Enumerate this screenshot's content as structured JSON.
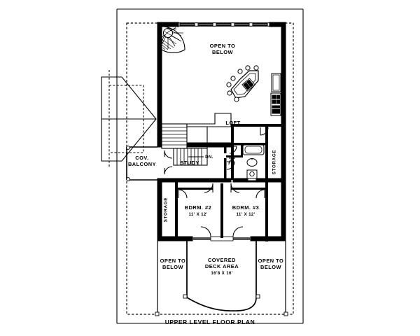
{
  "sheet": {
    "title": "UPPER LEVEL FLOOR PLAN",
    "background_color": "#ffffff",
    "ink_color": "#000000"
  },
  "rooms": [
    {
      "key": "open_to_below_main",
      "label": "OPEN TO\nBELOW",
      "dimension": ""
    },
    {
      "key": "loft",
      "label": "LOFT",
      "dimension": ""
    },
    {
      "key": "stair_down",
      "label": "DN.",
      "dimension": ""
    },
    {
      "key": "cov_balcony",
      "label": "COV.\nBALCONY",
      "dimension": ""
    },
    {
      "key": "study",
      "label": "STUDY",
      "dimension": ""
    },
    {
      "key": "storage_right",
      "label": "STORAGE",
      "dimension": ""
    },
    {
      "key": "storage_left",
      "label": "STORAGE",
      "dimension": ""
    },
    {
      "key": "bdrm2",
      "label": "BDRM. #2",
      "dimension": "11' X 12'"
    },
    {
      "key": "bdrm3",
      "label": "BDRM. #3",
      "dimension": "11' X 12'"
    },
    {
      "key": "covered_deck",
      "label": "COVERED\nDECK AREA",
      "dimension": "16'8 X 16'"
    },
    {
      "key": "open_to_below_left",
      "label": "OPEN TO\nBELOW",
      "dimension": ""
    },
    {
      "key": "open_to_below_right",
      "label": "OPEN TO\nBELOW",
      "dimension": ""
    }
  ],
  "labels": {
    "open_to_below_main": "OPEN TO\nBELOW",
    "loft": "LOFT",
    "stair_down": "DN.",
    "cov_balcony": "COV.\nBALCONY",
    "study": "STUDY",
    "storage_right": "STORAGE",
    "storage_left": "STORAGE",
    "bdrm2_name": "BDRM. #2",
    "bdrm2_dim": "11' X 12'",
    "bdrm3_name": "BDRM. #3",
    "bdrm3_dim": "11' X 12'",
    "deck_name": "COVERED\nDECK AREA",
    "deck_dim": "16'8 X 16'",
    "open_to_below_left": "OPEN TO\nBELOW",
    "open_to_below_right": "OPEN TO\nBELOW"
  },
  "fixtures": [
    {
      "name": "spiral-staircase",
      "room": "open_to_below_main"
    },
    {
      "name": "kitchen-island-with-cooktop",
      "room": "open_to_below_main"
    },
    {
      "name": "l-shaped-staircase",
      "room": "stair_down"
    },
    {
      "name": "bathtub",
      "room": "bathroom"
    },
    {
      "name": "toilet",
      "room": "bathroom"
    },
    {
      "name": "sink",
      "room": "bathroom"
    },
    {
      "name": "double-door",
      "room": "cov_balcony"
    },
    {
      "name": "swing-door-bdrm2",
      "room": "bdrm2"
    },
    {
      "name": "swing-door-bdrm3",
      "room": "bdrm3"
    },
    {
      "name": "closet-door-bdrm2",
      "room": "bdrm2"
    },
    {
      "name": "closet-door-bdrm3",
      "room": "bdrm3"
    },
    {
      "name": "deck-door-bdrm2",
      "room": "bdrm2"
    },
    {
      "name": "deck-door-bdrm3",
      "room": "bdrm3"
    },
    {
      "name": "window-band-top",
      "room": "open_to_below_main"
    },
    {
      "name": "roof-overhang-dashed",
      "room": "exterior"
    },
    {
      "name": "gable-projection-left",
      "room": "exterior"
    }
  ]
}
